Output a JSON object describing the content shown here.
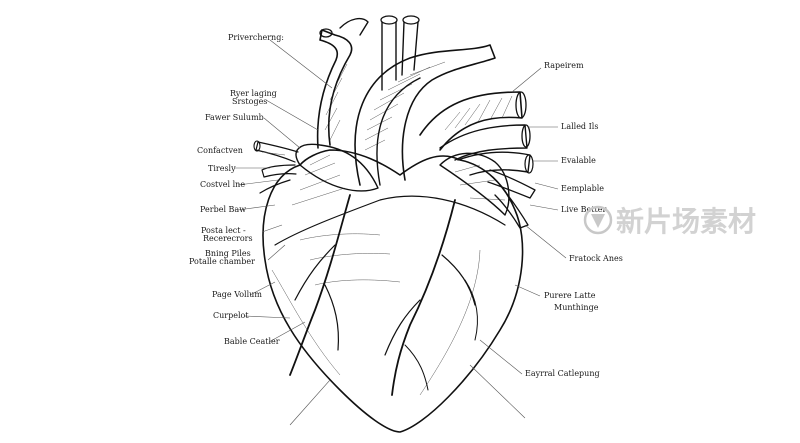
{
  "labels_left": [
    {
      "id": "l1",
      "lines": [
        "Privercherng:"
      ]
    },
    {
      "id": "l2",
      "lines": [
        "Ryer laging",
        "Srstoges"
      ]
    },
    {
      "id": "l3",
      "lines": [
        "Fawer Sulumb"
      ]
    },
    {
      "id": "l4",
      "lines": [
        "Confactven"
      ]
    },
    {
      "id": "l5",
      "lines": [
        "Tiresly"
      ]
    },
    {
      "id": "l6",
      "lines": [
        "Costvel lne"
      ]
    },
    {
      "id": "l7",
      "lines": [
        "Perbel Baw"
      ]
    },
    {
      "id": "l8",
      "lines": [
        "Posta lect -",
        "Recerecrors"
      ]
    },
    {
      "id": "l9",
      "lines": [
        "Bning Piles",
        "Potalle chamber"
      ]
    },
    {
      "id": "l10",
      "lines": [
        "Page Vollum"
      ]
    },
    {
      "id": "l11",
      "lines": [
        "Curpelot"
      ]
    },
    {
      "id": "l12",
      "lines": [
        "Bable Ceatler"
      ]
    }
  ],
  "labels_right": [
    {
      "id": "r1",
      "lines": [
        "Rapeirem"
      ]
    },
    {
      "id": "r2",
      "lines": [
        "Lalled Ils"
      ]
    },
    {
      "id": "r3",
      "lines": [
        "Evalable"
      ]
    },
    {
      "id": "r4",
      "lines": [
        "Eemplable"
      ]
    },
    {
      "id": "r5",
      "lines": [
        "Live Better"
      ]
    },
    {
      "id": "r6",
      "lines": [
        "Fratock Anes"
      ]
    },
    {
      "id": "r7",
      "lines": [
        "Purere Latte",
        "Munthinge"
      ]
    },
    {
      "id": "r8",
      "lines": [
        "Eayrral Catlepung"
      ]
    }
  ],
  "watermark": {
    "text": "新片场素材"
  },
  "colors": {
    "ink": "#111111",
    "background": "#ffffff",
    "watermark": "#c8c8c8"
  }
}
